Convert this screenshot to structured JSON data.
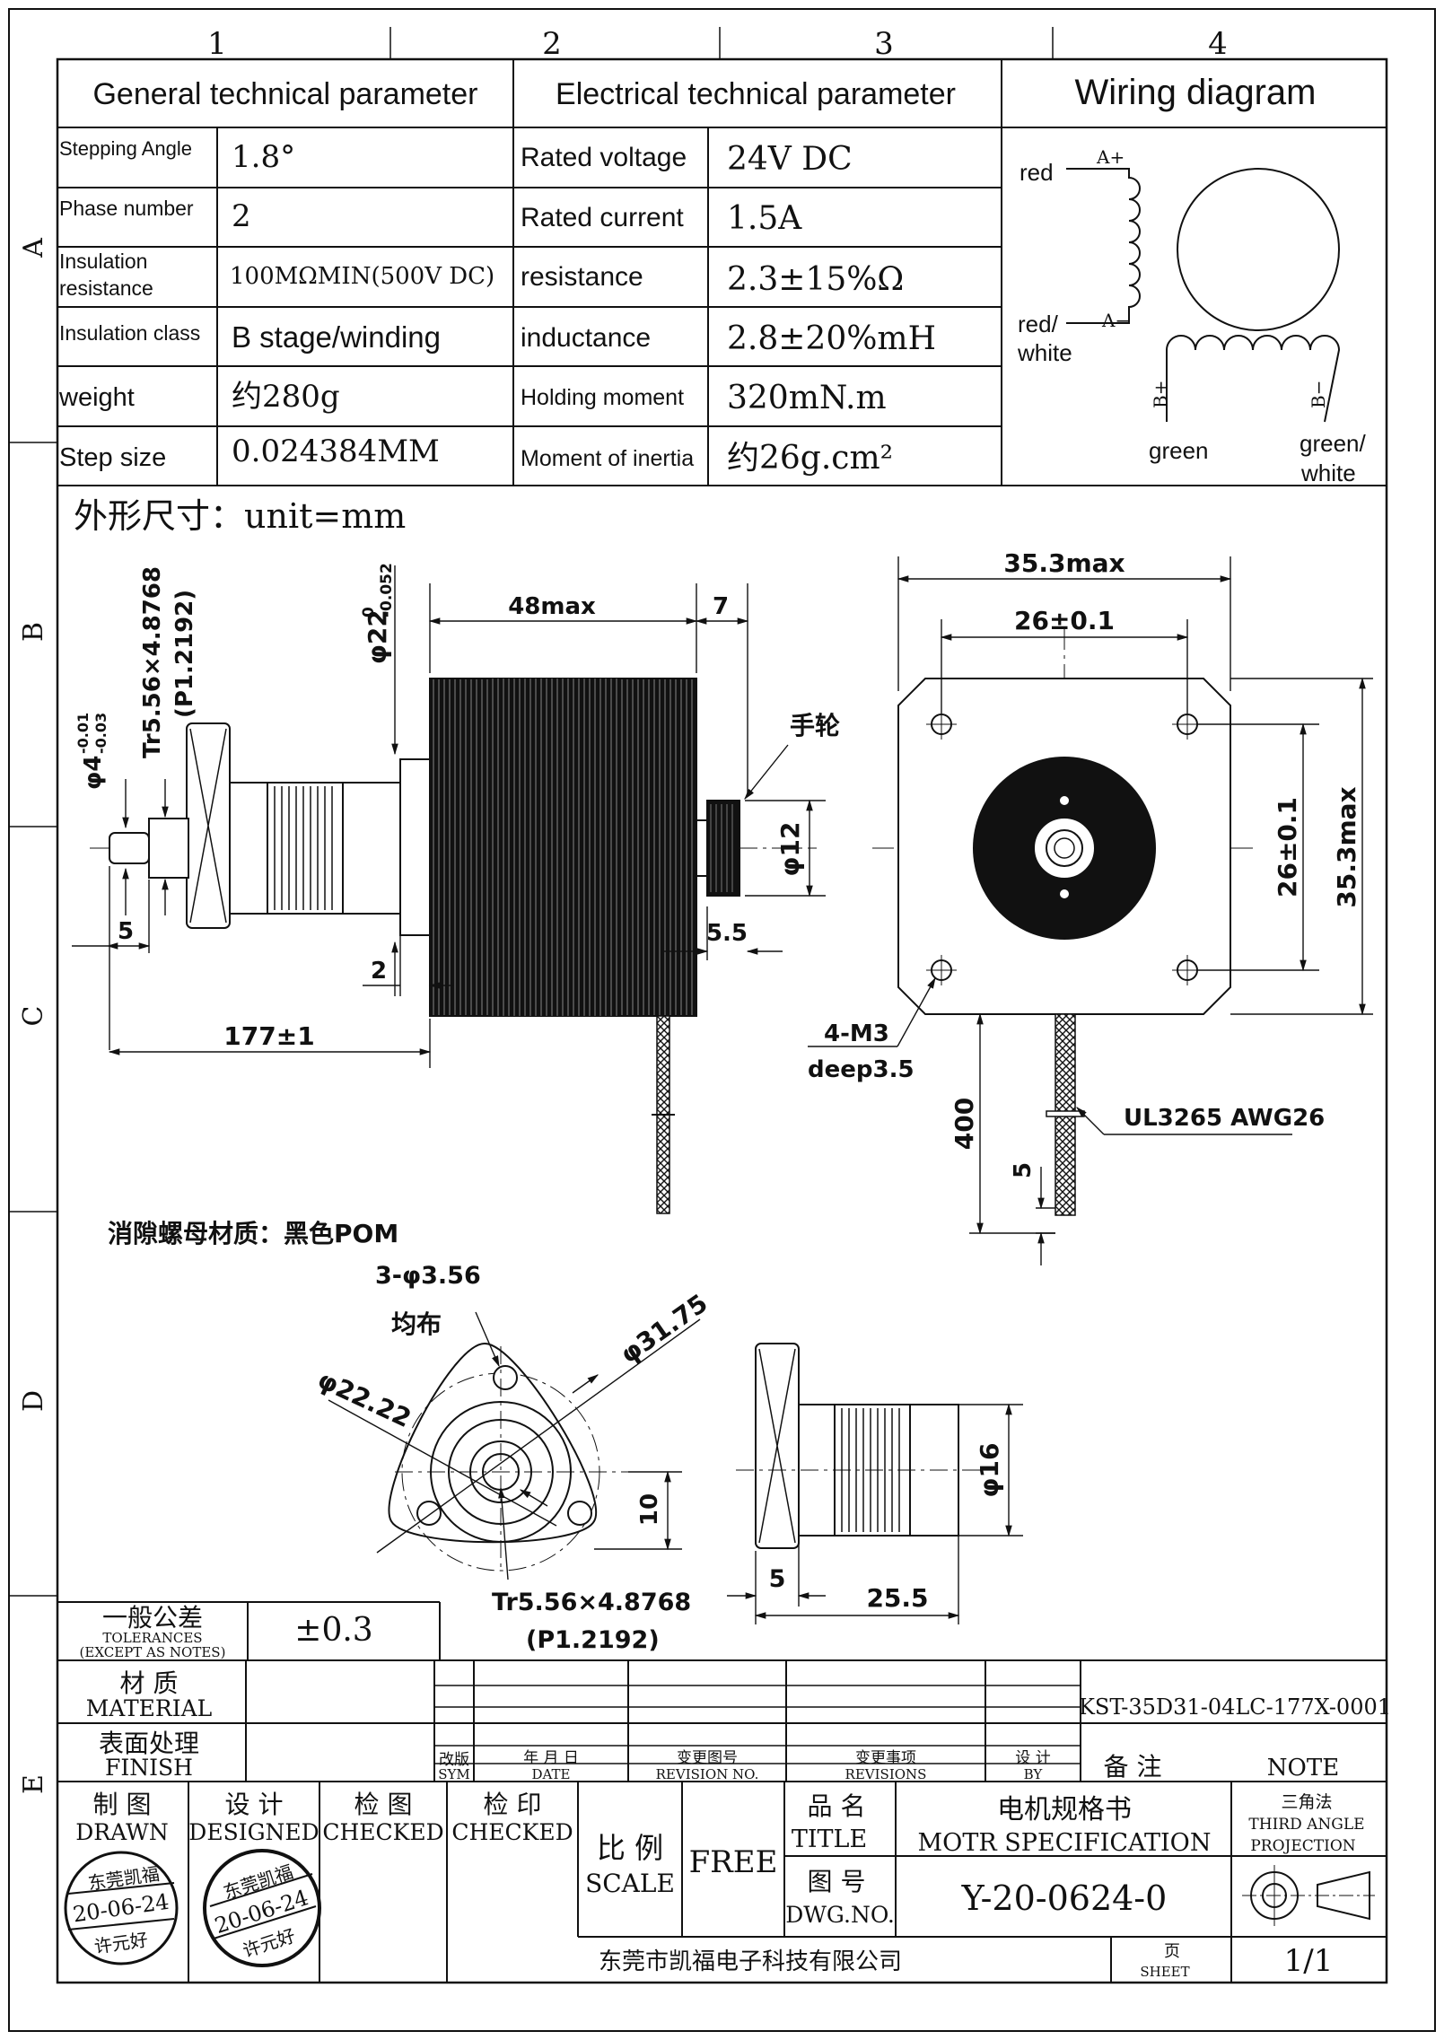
{
  "grid": {
    "columns": [
      "1",
      "2",
      "3",
      "4"
    ],
    "rows": [
      "A",
      "B",
      "C",
      "D",
      "E"
    ]
  },
  "spec_table": {
    "general_header": "General technical parameter",
    "electrical_header": "Electrical technical parameter",
    "wiring_header": "Wiring diagram",
    "general_rows": [
      {
        "label": "Stepping Angle",
        "value": "1.8°"
      },
      {
        "label": "Phase number",
        "value": "2"
      },
      {
        "label": "Insulation resistance",
        "label_line1": "Insulation",
        "label_line2": "resistance",
        "value": "100MΩMIN(500V DC)"
      },
      {
        "label": "Insulation class",
        "value": "B stage/winding"
      },
      {
        "label": "weight",
        "value": "约280g"
      },
      {
        "label": "Step size",
        "value": "0.024384MM"
      }
    ],
    "electrical_rows": [
      {
        "label": "Rated voltage",
        "value": "24V DC"
      },
      {
        "label": "Rated current",
        "value": "1.5A"
      },
      {
        "label": "resistance",
        "value": "2.3±15%Ω"
      },
      {
        "label": "inductance",
        "value": "2.8±20%mH"
      },
      {
        "label": "Holding moment",
        "value": "320mN.m"
      },
      {
        "label": "Moment of inertia",
        "value": "约26g.cm²"
      }
    ]
  },
  "wiring": {
    "red": "red",
    "a_plus": "A+",
    "red_white_1": "red/",
    "red_white_2": "white",
    "a_minus": "A−",
    "b_plus": "B+",
    "b_minus": "B−",
    "green": "green",
    "green_white_1": "green/",
    "green_white_2": "white"
  },
  "drawing": {
    "title": "外形尺寸：unit=mm",
    "dims": {
      "shaft_dia": "φ4",
      "shaft_tol_up": "-0.01",
      "shaft_tol_dn": "-0.03",
      "leadscrew": "Tr5.56×4.8768",
      "pitch": "(P1.2192)",
      "pilot_dia": "φ22",
      "pilot_tol_up": "0",
      "pilot_tol_dn": "-0.052",
      "body_len": "48max",
      "rear_len": "7",
      "handwheel": "手轮",
      "handwheel_dia": "φ12",
      "rear_short": "5.5",
      "shaft_tip": "5",
      "flange_thk": "2",
      "total_len": "177±1",
      "frame_w": "35.3max",
      "hole_pitch_h": "26±0.1",
      "hole_pitch_v": "26±0.1",
      "frame_h": "35.3max",
      "screw_holes_1": "4-M3",
      "screw_holes_2": "deep3.5",
      "cable": "UL3265 AWG26",
      "lead_len": "400",
      "lead_strip": "5",
      "nut_material": "消隙螺母材质：黑色POM",
      "nut_holes": "3-φ3.56",
      "nut_holes_even": "均布",
      "nut_pcd": "φ31.75",
      "nut_boss": "φ22.22",
      "nut_flat": "10",
      "nut_thread": "Tr5.56×4.8768",
      "nut_pitch": "(P1.2192)",
      "nut_od": "φ16",
      "nut_flange": "5",
      "nut_len": "25.5"
    }
  },
  "title_block": {
    "tolerance_cn": "一般公差",
    "tolerance_en1": "TOLERANCES",
    "tolerance_en2": "(EXCEPT AS NOTES)",
    "tolerance_val": "±0.3",
    "material_cn": "材 质",
    "material_en": "MATERIAL",
    "finish_cn": "表面处理",
    "finish_en": "FINISH",
    "part_no": "KST-35D31-04LC-177X-0001",
    "rev_sym_cn": "改版",
    "rev_sym_en": "SYM",
    "rev_date_cn": "年 月 日",
    "rev_date_en": "DATE",
    "rev_no_cn": "变更图号",
    "rev_no_en": "REVISION NO.",
    "revisions_cn": "变更事项",
    "revisions_en": "REVISIONS",
    "by_cn": "设 计",
    "by_en": "BY",
    "note_cn": "备 注",
    "note_en": "NOTE",
    "drawn_cn": "制 图",
    "drawn_en": "DRAWN",
    "designed_cn": "设 计",
    "designed_en": "DESIGNED",
    "checked_cn": "检 图",
    "checked_en": "CHECKED",
    "approved_cn": "检 印",
    "approved_en": "CHECKED",
    "scale_cn": "比 例",
    "scale_en": "SCALE",
    "scale_val": "FREE",
    "name_cn": "品 名",
    "name_en": "TITLE",
    "title_cn": "电机规格书",
    "title_en": "MOTR SPECIFICATION",
    "projection_cn": "三角法",
    "projection_en1": "THIRD ANGLE",
    "projection_en2": "PROJECTION",
    "dwg_cn": "图 号",
    "dwg_en": "DWG.NO.",
    "dwg_no": "Y-20-0624-0",
    "company": "东莞市凯福电子科技有限公司",
    "sheet_cn": "页",
    "sheet_en": "SHEET",
    "sheet_val": "1/1",
    "stamp_company": "东莞凯福",
    "stamp_date": "20-06-24",
    "stamp_name": "许元好"
  }
}
